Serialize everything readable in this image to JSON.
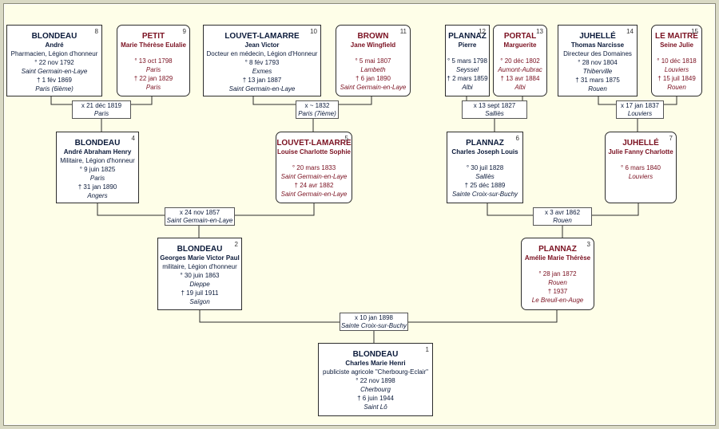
{
  "persons": {
    "p1": {
      "num": "1",
      "surname": "BLONDEAU",
      "given": "Charles Marie Henri",
      "lines": [
        "publiciste agricole \"Cherbourg-Eclair\"",
        "° 22 nov 1898",
        "Cherbourg",
        "† 6 juin 1944",
        "Saint Lô"
      ]
    },
    "p2": {
      "num": "2",
      "surname": "BLONDEAU",
      "given": "Georges Marie Victor Paul",
      "lines": [
        "militaire, Légion d'honneur",
        "° 30 juin 1863",
        "Dieppe",
        "† 19 juil 1911",
        "Saïgon"
      ]
    },
    "p3": {
      "num": "3",
      "surname": "PLANNAZ",
      "given": "Amélie Marie Thérèse",
      "lines": [
        "° 28 jan 1872",
        "Rouen",
        "† 1937",
        "Le Breuil-en-Auge"
      ]
    },
    "p4": {
      "num": "4",
      "surname": "BLONDEAU",
      "given": "André Abraham Henry",
      "lines": [
        "Militaire, Légion d'honneur",
        "° 9 juin 1825",
        "Paris",
        "† 31 jan 1890",
        "Angers"
      ]
    },
    "p5": {
      "num": "5",
      "surname": "LOUVET-LAMARRE",
      "given": "Louise Charlotte Sophie",
      "lines": [
        "° 20 mars 1833",
        "Saint Germain-en-Laye",
        "† 24 avr 1882",
        "Saint Germain-en-Laye"
      ]
    },
    "p6": {
      "num": "6",
      "surname": "PLANNAZ",
      "given": "Charles Joseph Louis",
      "lines": [
        "° 30 juil 1828",
        "Salliès",
        "† 25 déc 1889",
        "Sainte Croix-sur-Buchy"
      ]
    },
    "p7": {
      "num": "7",
      "surname": "JUHELLÉ",
      "given": "Julie Fanny Charlotte",
      "lines": [
        "° 6 mars 1840",
        "Louviers"
      ]
    },
    "p8": {
      "num": "8",
      "surname": "BLONDEAU",
      "given": "André",
      "lines": [
        "Pharmacien, Légion d'honneur",
        "° 22 nov 1792",
        "Saint Germain-en-Laye",
        "† 1 fév 1869",
        "Paris (6ième)"
      ]
    },
    "p9": {
      "num": "9",
      "surname": "PETIT",
      "given": "Marie Thérèse Eulalie",
      "lines": [
        "° 13 oct 1798",
        "Paris",
        "† 22 jan 1829",
        "Paris"
      ]
    },
    "p10": {
      "num": "10",
      "surname": "LOUVET-LAMARRE",
      "given": "Jean Victor",
      "lines": [
        "Docteur en médecin, Légion d'Honneur",
        "° 8 fév 1793",
        "Exmes",
        "† 13 jan 1887",
        "Saint Germain-en-Laye"
      ]
    },
    "p11": {
      "num": "11",
      "surname": "BROWN",
      "given": "Jane Wingfield",
      "lines": [
        "° 5 mai 1807",
        "Lambeth",
        "† 6 jan 1890",
        "Saint Germain-en-Laye"
      ]
    },
    "p12": {
      "num": "12",
      "surname": "PLANNAZ",
      "given": "Pierre",
      "lines": [
        "° 5 mars 1798",
        "Seyssel",
        "† 2 mars 1859",
        "Albi"
      ]
    },
    "p13": {
      "num": "13",
      "surname": "PORTAL",
      "given": "Marguerite",
      "lines": [
        "° 20 déc 1802",
        "Aumont-Aubrac",
        "† 13 avr 1884",
        "Albi"
      ]
    },
    "p14": {
      "num": "14",
      "surname": "JUHELLÉ",
      "given": "Thomas Narcisse",
      "lines": [
        "Directeur des Domaines",
        "° 28 nov 1804",
        "Thiberville",
        "† 31 mars 1875",
        "Rouen"
      ]
    },
    "p15": {
      "num": "15",
      "surname": "LE MAITRE",
      "given": "Seine Julie",
      "lines": [
        "° 10 déc 1818",
        "Louviers",
        "† 15 juil 1849",
        "Rouen"
      ]
    }
  },
  "unions": {
    "u8": {
      "date": "x 21 déc 1819",
      "place": "Paris"
    },
    "u10": {
      "date": "x ~ 1832",
      "place": "Paris (7ième)"
    },
    "u12": {
      "date": "x 13 sept 1827",
      "place": "Salliès"
    },
    "u14": {
      "date": "x 17 jan 1837",
      "place": "Louviers"
    },
    "u4": {
      "date": "x 24 nov 1857",
      "place": "Saint Germain-en-Laye"
    },
    "u6": {
      "date": "x 3 avr 1862",
      "place": "Rouen"
    },
    "u2": {
      "date": "x 10 jan 1898",
      "place": "Sainte Croix-sur-Buchy"
    }
  },
  "colors": {
    "male_text": "#0b1a3a",
    "female_text": "#7a1020",
    "background": "#fefee8",
    "outer": "#d9d9c4"
  }
}
